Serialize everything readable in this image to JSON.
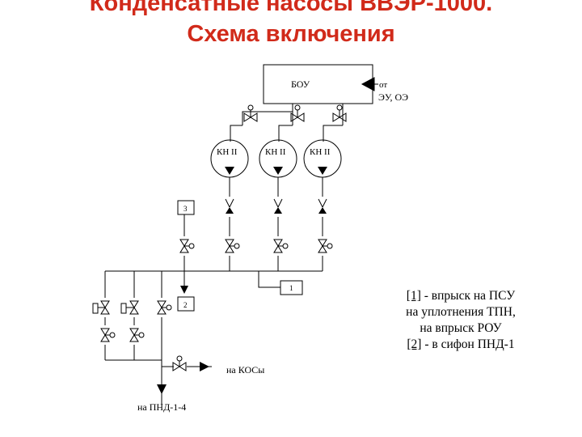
{
  "title": {
    "line1": "Конденсатные насосы ВВЭР-1000.",
    "line2": "Схема  включения"
  },
  "diagram": {
    "bou_label": "БОУ",
    "source_from": "от",
    "source_name": "ЭУ, ОЭ",
    "pump_labels": [
      "КН II",
      "КН II",
      "КН II"
    ],
    "marker_3": "3",
    "marker_1": "1",
    "marker_2": "2",
    "to_kos": "на КОСы",
    "to_pnd": "на ПНД-1-4"
  },
  "notes": {
    "ref1": "[1]",
    "line1_rest": " - впрыск на ПСУ",
    "line2": "на уплотнения ТПН,",
    "line3": "на впрыск РОУ",
    "ref2": "[2]",
    "line4_rest": " - в сифон ПНД-1"
  }
}
